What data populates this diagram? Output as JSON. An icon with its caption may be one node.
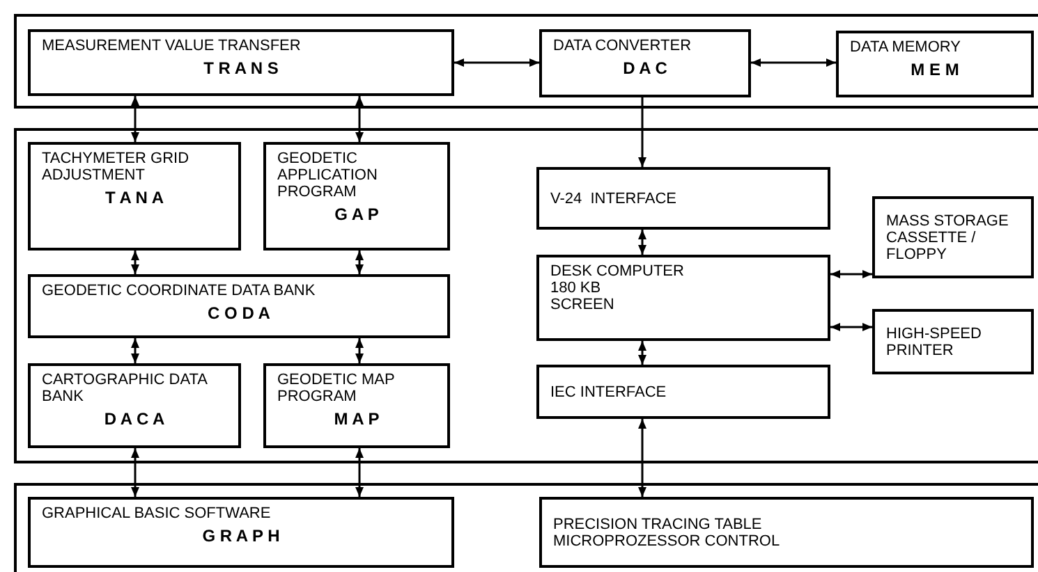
{
  "diagram": {
    "nodes": [
      {
        "text": [],
        "shape": "box"
      },
      {
        "text": [
          "MEASUREMENT VALUE TRANSFER",
          "T R A N S"
        ],
        "in": 0
      },
      {
        "text": [
          "DATA CONVERTER",
          "D A C"
        ],
        "in": 0
      },
      {
        "text": [
          "DATA MEMORY",
          "M E M"
        ],
        "in": 0
      },
      {
        "text": [],
        "shape": "box"
      },
      {
        "text": [
          "TACHYMETER GRID ADJUSTMENT",
          "T A N A"
        ],
        "in": 4
      },
      {
        "text": [
          "GEODETIC APPLICATION PROGRAM",
          "G A P"
        ],
        "in": 4
      },
      {
        "text": [
          "GEODETIC COORDINATE DATA BANK",
          "C O D A"
        ],
        "in": 4
      },
      {
        "text": [
          "CARTOGRAPHIC DATA BANK",
          "D A C A"
        ],
        "in": 4
      },
      {
        "text": [
          "GEODETIC MAP PROGRAM",
          "M A P"
        ],
        "in": 4
      },
      {
        "text": [
          "V-24  INTERFACE"
        ],
        "in": 4
      },
      {
        "text": [
          "DESK COMPUTER",
          "180 KB",
          "SCREEN"
        ],
        "in": 4
      },
      {
        "text": [
          "MASS STORAGE CASSETTE / FLOPPY"
        ],
        "in": 4
      },
      {
        "text": [
          "HIGH-SPEED PRINTER"
        ],
        "in": 4
      },
      {
        "text": [
          "IEC INTERFACE"
        ],
        "in": 4
      },
      {
        "text": [],
        "shape": "box"
      },
      {
        "text": [
          "GRAPHICAL BASIC SOFTWARE",
          "G R A P H"
        ],
        "in": 15
      },
      {
        "text": [
          "PRECISION TRACING TABLE MICROPROZESSOR CONTROL"
        ],
        "in": 15
      }
    ],
    "edges": [
      {
        "from": 1,
        "to": 2,
        "arrow": "both"
      },
      {
        "from": 2,
        "to": 3,
        "arrow": "both"
      },
      {
        "from": 1,
        "to": 5,
        "arrow": "both"
      },
      {
        "from": 1,
        "to": 6,
        "arrow": "both"
      },
      {
        "from": 2,
        "to": 10,
        "arrow": "to"
      },
      {
        "from": 5,
        "to": 7,
        "arrow": "both"
      },
      {
        "from": 6,
        "to": 7,
        "arrow": "both"
      },
      {
        "from": 7,
        "to": 8,
        "arrow": "both"
      },
      {
        "from": 7,
        "to": 9,
        "arrow": "both"
      },
      {
        "from": 10,
        "to": 11,
        "arrow": "both"
      },
      {
        "from": 11,
        "to": 12,
        "arrow": "both"
      },
      {
        "from": 11,
        "to": 13,
        "arrow": "both"
      },
      {
        "from": 11,
        "to": 14,
        "arrow": "both"
      },
      {
        "from": 8,
        "to": 16,
        "arrow": "both"
      },
      {
        "from": 9,
        "to": 16,
        "arrow": "both"
      },
      {
        "from": 14,
        "to": 17,
        "arrow": "both"
      }
    ]
  }
}
